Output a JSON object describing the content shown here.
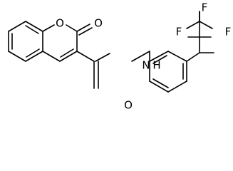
{
  "structure": {
    "atoms": {
      "ring_oxygen": "O",
      "carbonyl_oxygen_lactone": "O",
      "amide_oxygen": "O",
      "amide_nitrogen": "N",
      "amide_hydrogen": "H",
      "fluorine_top_left": "F",
      "fluorine_top_right": "F",
      "fluorine_right": "F"
    }
  },
  "colors": {
    "bond": "#000000",
    "label": "#000000",
    "background": "#ffffff"
  }
}
